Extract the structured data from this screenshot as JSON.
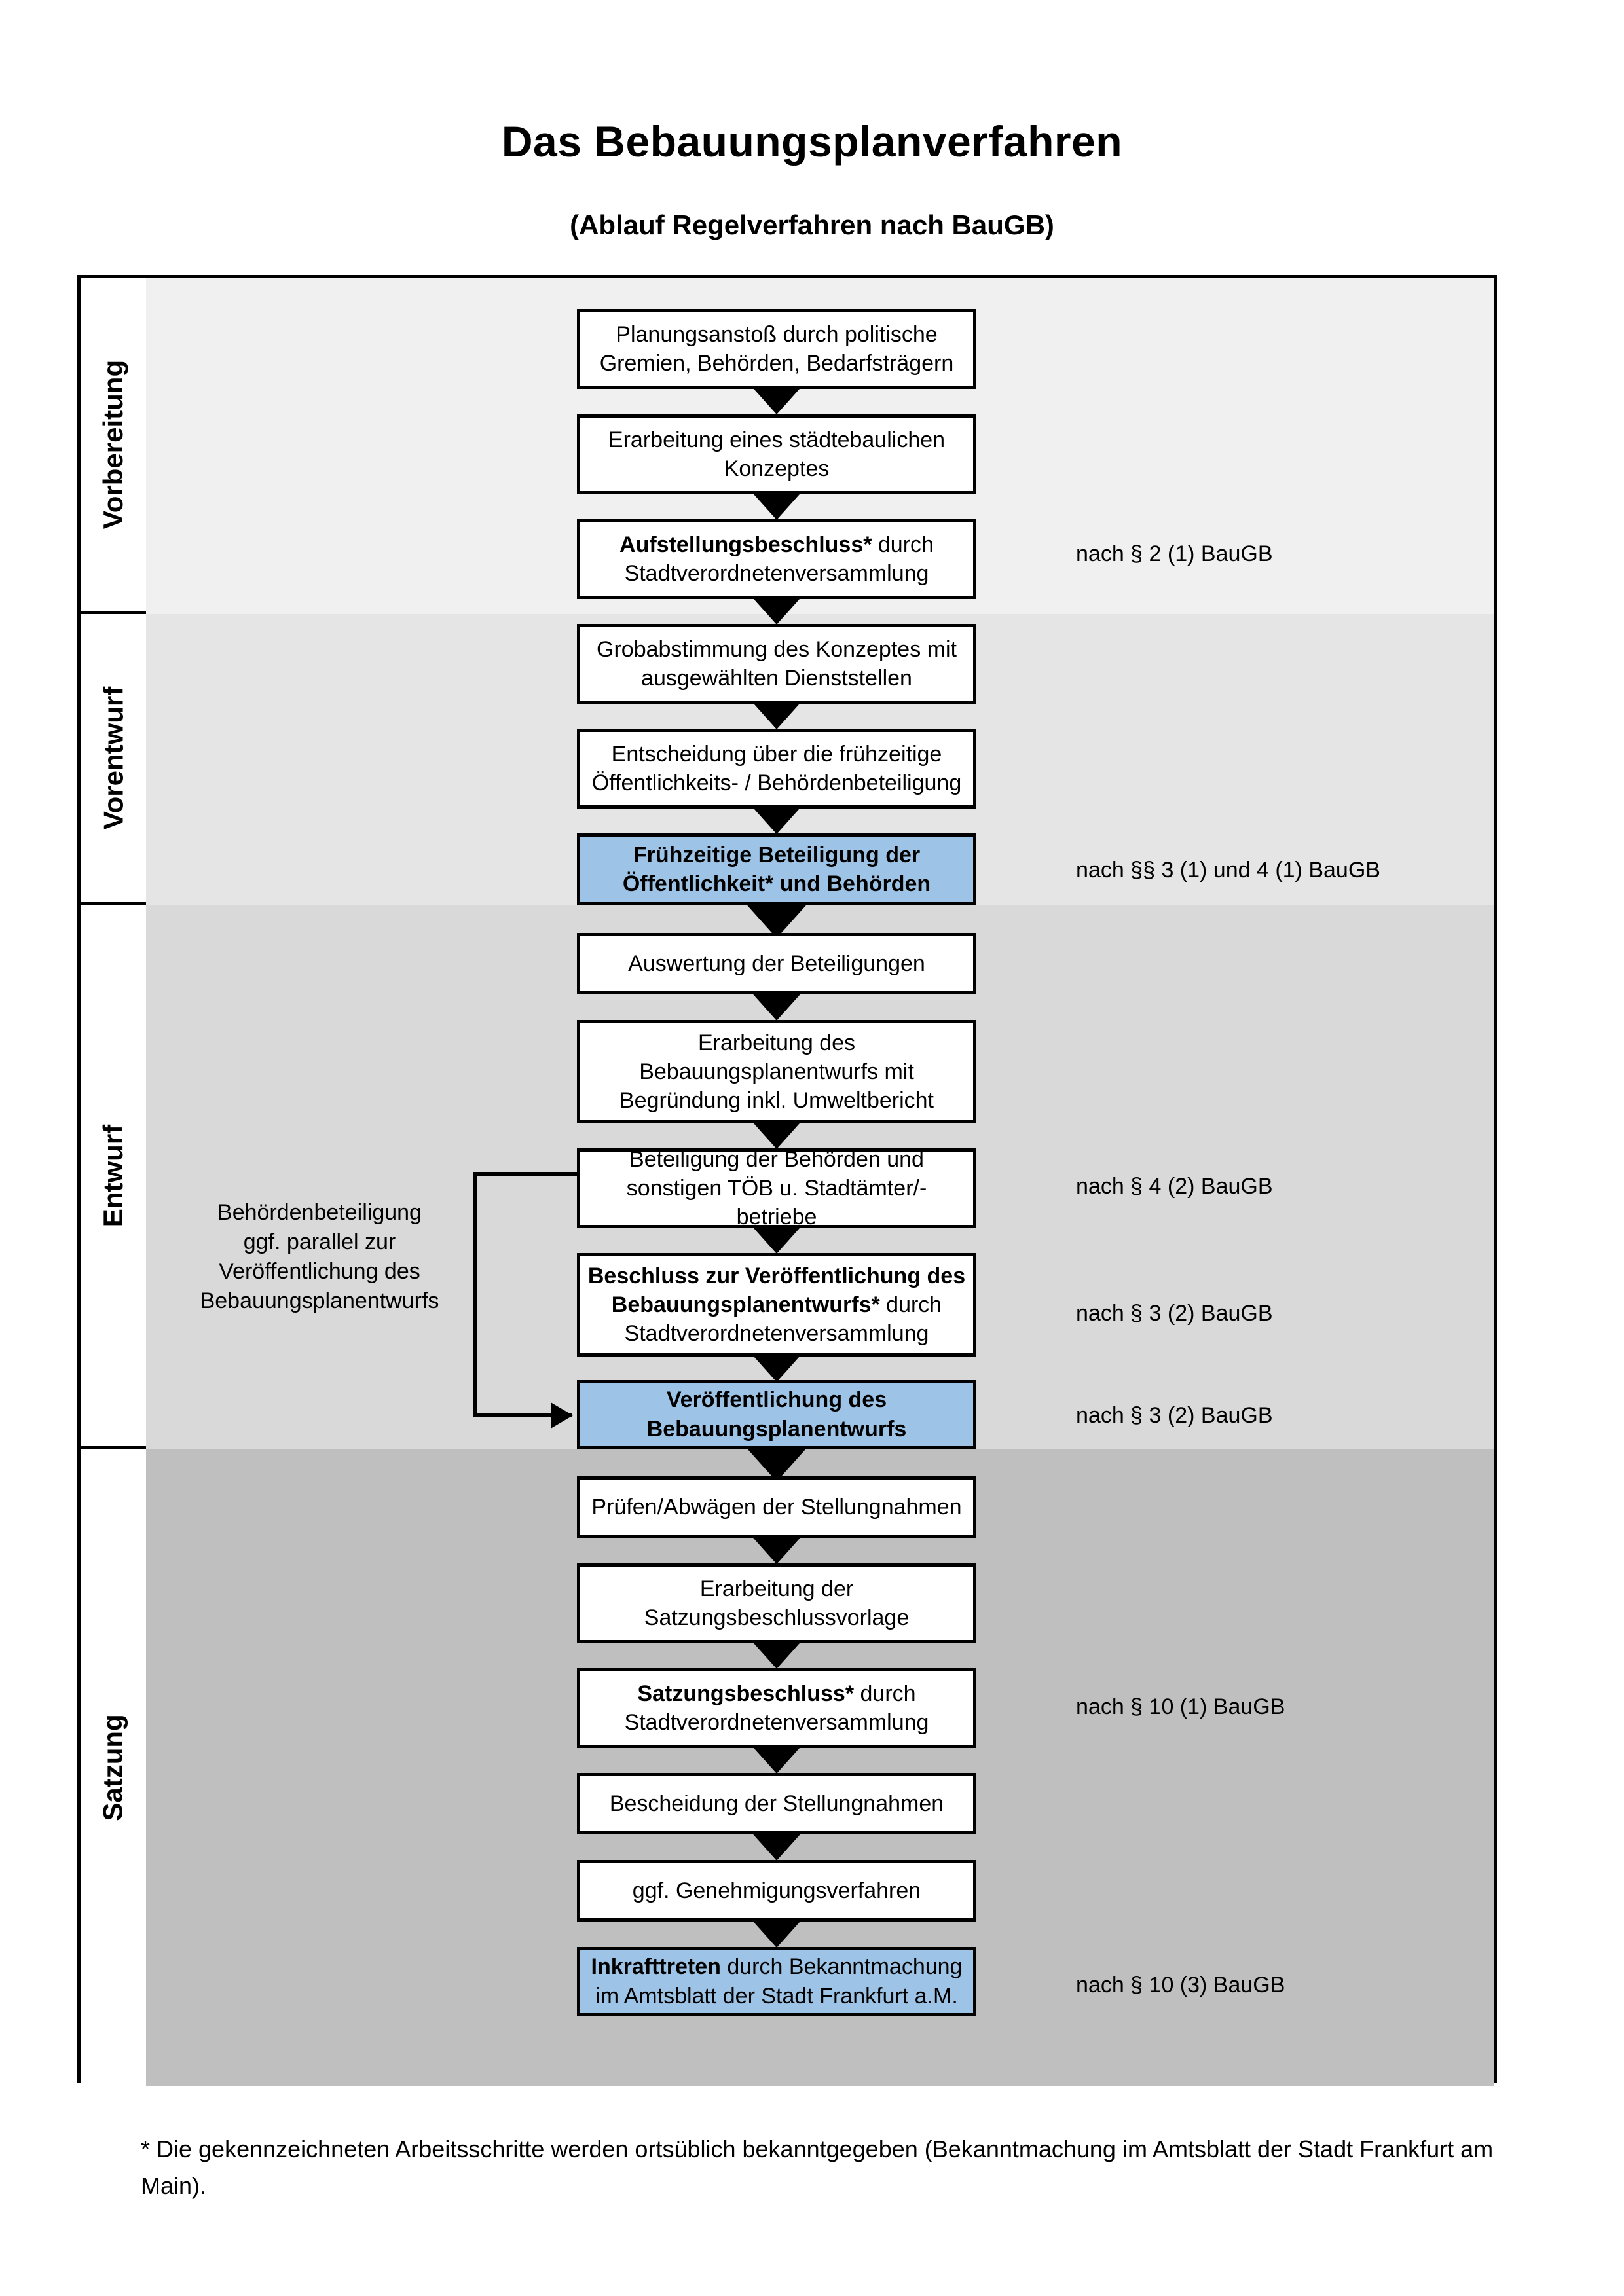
{
  "title": "Das Bebauungsplanverfahren",
  "subtitle": "(Ablauf Regelverfahren nach BauGB)",
  "sections": [
    {
      "label": "Vorbereitung"
    },
    {
      "label": "Vorentwurf"
    },
    {
      "label": "Entwurf"
    },
    {
      "label": "Satzung"
    }
  ],
  "side_note": "Behördenbeteiligung ggf. parallel zur Veröffentlichung des Bebauungsplanentwurfs",
  "side_note_lines": [
    "Behördenbeteiligung",
    "ggf. parallel zur",
    "Veröffentlichung des",
    "Bebauungsplanentwurfs"
  ],
  "footnote": "* Die gekennzeichneten Arbeitsschritte werden ortsüblich bekanntgegeben (Bekanntmachung im Amtsblatt  der Stadt Frankfurt am Main).",
  "colors": {
    "highlight_box": "#9dc3e6",
    "band_vorbereitung": "#f0f0f0",
    "band_vorentwurf": "#e5e5e5",
    "band_entwurf": "#d9d9d9",
    "band_satzung": "#bfbfbf",
    "border": "#000000"
  },
  "chart_data": {
    "type": "flowchart",
    "title": "Das Bebauungsplanverfahren",
    "subtitle": "(Ablauf Regelverfahren nach BauGB)",
    "orientation": "top-to-bottom",
    "phases": [
      "Vorbereitung",
      "Vorentwurf",
      "Entwurf",
      "Satzung"
    ],
    "nodes": [
      {
        "id": 1,
        "phase": "Vorbereitung",
        "bold_prefix": "",
        "text": "Planungsanstoß durch politische Gremien, Behörden, Bedarfsträgern",
        "highlight": false,
        "legal_note": ""
      },
      {
        "id": 2,
        "phase": "Vorbereitung",
        "bold_prefix": "",
        "text": "Erarbeitung eines städtebaulichen Konzeptes",
        "highlight": false,
        "legal_note": ""
      },
      {
        "id": 3,
        "phase": "Vorbereitung",
        "bold_prefix": "Aufstellungsbeschluss*",
        "text": " durch Stadtverordnetenversammlung",
        "highlight": false,
        "legal_note": "nach § 2 (1) BauGB"
      },
      {
        "id": 4,
        "phase": "Vorentwurf",
        "bold_prefix": "",
        "text": "Grobabstimmung des Konzeptes mit ausgewählten Dienststellen",
        "highlight": false,
        "legal_note": ""
      },
      {
        "id": 5,
        "phase": "Vorentwurf",
        "bold_prefix": "",
        "text": "Entscheidung über die frühzeitige Öffentlichkeits- / Behördenbeteiligung",
        "highlight": false,
        "legal_note": ""
      },
      {
        "id": 6,
        "phase": "Vorentwurf",
        "bold_prefix": "Frühzeitige Beteiligung der Öffentlichkeit* und Behörden",
        "text": "",
        "highlight": true,
        "legal_note": "nach §§ 3 (1) und 4 (1) BauGB"
      },
      {
        "id": 7,
        "phase": "Entwurf",
        "bold_prefix": "",
        "text": "Auswertung der Beteiligungen",
        "highlight": false,
        "legal_note": ""
      },
      {
        "id": 8,
        "phase": "Entwurf",
        "bold_prefix": "",
        "text": "Erarbeitung des Bebauungsplanentwurfs mit Begründung inkl. Umweltbericht",
        "highlight": false,
        "legal_note": ""
      },
      {
        "id": 9,
        "phase": "Entwurf",
        "bold_prefix": "",
        "text": "Beteiligung der Behörden und sonstigen TÖB u. Stadtämter/-betriebe",
        "highlight": false,
        "legal_note": "nach § 4 (2) BauGB"
      },
      {
        "id": 10,
        "phase": "Entwurf",
        "bold_prefix": "Beschluss zur Veröffentlichung des Bebauungsplanentwurfs*",
        "text": " durch Stadtverordnetenversammlung",
        "highlight": false,
        "legal_note": "nach § 3 (2) BauGB"
      },
      {
        "id": 11,
        "phase": "Entwurf",
        "bold_prefix": "Veröffentlichung des Bebauungsplanentwurfs",
        "text": "",
        "highlight": true,
        "legal_note": "nach § 3 (2) BauGB"
      },
      {
        "id": 12,
        "phase": "Satzung",
        "bold_prefix": "",
        "text": "Prüfen/Abwägen der Stellungnahmen",
        "highlight": false,
        "legal_note": ""
      },
      {
        "id": 13,
        "phase": "Satzung",
        "bold_prefix": "",
        "text": "Erarbeitung der Satzungsbeschlussvorlage",
        "highlight": false,
        "legal_note": ""
      },
      {
        "id": 14,
        "phase": "Satzung",
        "bold_prefix": "Satzungsbeschluss*",
        "text": " durch Stadtverordnetenversammlung",
        "highlight": false,
        "legal_note": "nach § 10 (1) BauGB"
      },
      {
        "id": 15,
        "phase": "Satzung",
        "bold_prefix": "",
        "text": "Bescheidung der Stellungnahmen",
        "highlight": false,
        "legal_note": ""
      },
      {
        "id": 16,
        "phase": "Satzung",
        "bold_prefix": "",
        "text": "ggf. Genehmigungsverfahren",
        "highlight": false,
        "legal_note": ""
      },
      {
        "id": 17,
        "phase": "Satzung",
        "bold_prefix": "Inkrafttreten",
        "text": " durch Bekanntmachung im Amtsblatt der Stadt Frankfurt a.M.",
        "highlight": true,
        "legal_note": "nach § 10 (3) BauGB"
      }
    ],
    "edges": [
      {
        "from": 1,
        "to": 2,
        "type": "arrow"
      },
      {
        "from": 2,
        "to": 3,
        "type": "arrow"
      },
      {
        "from": 3,
        "to": 4,
        "type": "arrow"
      },
      {
        "from": 4,
        "to": 5,
        "type": "arrow"
      },
      {
        "from": 5,
        "to": 6,
        "type": "arrow"
      },
      {
        "from": 6,
        "to": 7,
        "type": "arrow"
      },
      {
        "from": 7,
        "to": 8,
        "type": "arrow"
      },
      {
        "from": 8,
        "to": 9,
        "type": "arrow"
      },
      {
        "from": 9,
        "to": 10,
        "type": "arrow"
      },
      {
        "from": 10,
        "to": 11,
        "type": "arrow"
      },
      {
        "from": 9,
        "to": 11,
        "type": "side-connector",
        "label": "Behördenbeteiligung ggf. parallel zur Veröffentlichung des Bebauungsplanentwurfs"
      },
      {
        "from": 11,
        "to": 12,
        "type": "arrow"
      },
      {
        "from": 12,
        "to": 13,
        "type": "arrow"
      },
      {
        "from": 13,
        "to": 14,
        "type": "arrow"
      },
      {
        "from": 14,
        "to": 15,
        "type": "arrow"
      },
      {
        "from": 15,
        "to": 16,
        "type": "arrow"
      },
      {
        "from": 16,
        "to": 17,
        "type": "arrow"
      }
    ],
    "legal_notes": [
      "nach § 2 (1) BauGB",
      "nach §§ 3 (1) und 4 (1) BauGB",
      "nach § 4 (2) BauGB",
      "nach § 3 (2) BauGB",
      "nach § 3 (2) BauGB",
      "nach § 10 (1) BauGB",
      "nach § 10 (3) BauGB"
    ]
  },
  "boxes": {
    "n1_l1": "Planungsanstoß durch politische",
    "n1_l2": "Gremien, Behörden, Bedarfsträgern",
    "n2_l1": "Erarbeitung eines städtebaulichen",
    "n2_l2": "Konzeptes",
    "n3_b": "Aufstellungsbeschluss*",
    "n3_r": " durch",
    "n3_l2": "Stadtverordnetenversammlung",
    "n4_l1": "Grobabstimmung des Konzeptes mit",
    "n4_l2": "ausgewählten Dienststellen",
    "n5_l1": "Entscheidung über die frühzeitige",
    "n5_l2": "Öffentlichkeits- / Behördenbeteiligung",
    "n6_l1": "Frühzeitige Beteiligung der",
    "n6_l2": "Öffentlichkeit* und Behörden",
    "n7_l1": "Auswertung der Beteiligungen",
    "n8_l1": "Erarbeitung des",
    "n8_l2": "Bebauungsplanentwurfs mit",
    "n8_l3": "Begründung inkl. Umweltbericht",
    "n9_l1": "Beteiligung der Behörden und",
    "n9_l2": "sonstigen TÖB u. Stadtämter/-betriebe",
    "n10_b1": "Beschluss zur Veröffentlichung des",
    "n10_b2": "Bebauungsplanentwurfs*",
    "n10_r": " durch",
    "n10_l3": "Stadtverordnetenversammlung",
    "n11_l1": "Veröffentlichung des",
    "n11_l2": "Bebauungsplanentwurfs",
    "n12_l1": "Prüfen/Abwägen der Stellungnahmen",
    "n13_l1": "Erarbeitung der",
    "n13_l2": "Satzungsbeschlussvorlage",
    "n14_b": "Satzungsbeschluss*",
    "n14_r": " durch",
    "n14_l2": "Stadtverordnetenversammlung",
    "n15_l1": "Bescheidung der Stellungnahmen",
    "n16_l1": "ggf. Genehmigungsverfahren",
    "n17_b": "Inkrafttreten",
    "n17_r": " durch Bekanntmachung",
    "n17_l2": "im Amtsblatt der Stadt Frankfurt a.M."
  },
  "notes": {
    "p2_1": "nach § 2 (1) BauGB",
    "p3_1_4_1": "nach §§ 3 (1) und 4 (1) BauGB",
    "p4_2": "nach § 4 (2) BauGB",
    "p3_2_a": "nach § 3 (2) BauGB",
    "p3_2_b": "nach § 3 (2) BauGB",
    "p10_1": "nach § 10 (1) BauGB",
    "p10_3": "nach § 10 (3) BauGB"
  }
}
